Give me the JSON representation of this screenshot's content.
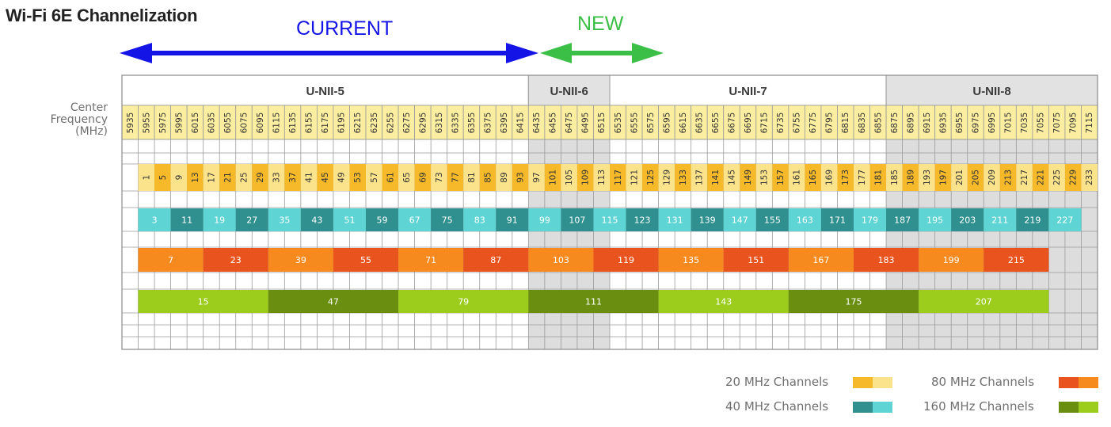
{
  "title": "Wi-Fi 6E Channelization",
  "arrows": {
    "current_label": "CURRENT",
    "new_label": "NEW",
    "current_color": "#1414e6",
    "new_color": "#3cbf46"
  },
  "bands": [
    {
      "name": "U-NII-5",
      "from_col": 0,
      "to_col": 24,
      "shaded": false
    },
    {
      "name": "U-NII-6",
      "from_col": 25,
      "to_col": 29,
      "shaded": true
    },
    {
      "name": "U-NII-7",
      "from_col": 30,
      "to_col": 46,
      "shaded": false
    },
    {
      "name": "U-NII-8",
      "from_col": 47,
      "to_col": 59,
      "shaded": true
    }
  ],
  "center_frequency_label": [
    "Center",
    "Frequency",
    "(MHz)"
  ],
  "frequencies": [
    "5935",
    "5955",
    "5975",
    "5995",
    "6015",
    "6035",
    "6055",
    "6075",
    "6095",
    "6115",
    "6135",
    "6155",
    "6175",
    "6195",
    "6215",
    "6235",
    "6255",
    "6275",
    "6295",
    "6315",
    "6335",
    "6355",
    "6375",
    "6395",
    "6415",
    "6435",
    "6455",
    "6475",
    "6495",
    "6515",
    "6535",
    "6555",
    "6575",
    "6595",
    "6615",
    "6635",
    "6655",
    "6675",
    "6695",
    "6715",
    "6735",
    "6755",
    "6775",
    "6795",
    "6815",
    "6835",
    "6855",
    "6875",
    "6895",
    "6915",
    "6935",
    "6955",
    "6975",
    "6995",
    "7015",
    "7035",
    "7055",
    "7075",
    "7095",
    "7115"
  ],
  "channels_20": [
    "1",
    "5",
    "9",
    "13",
    "17",
    "21",
    "25",
    "29",
    "33",
    "37",
    "41",
    "45",
    "49",
    "53",
    "57",
    "61",
    "65",
    "69",
    "73",
    "77",
    "81",
    "85",
    "89",
    "93",
    "97",
    "101",
    "105",
    "109",
    "113",
    "117",
    "121",
    "125",
    "129",
    "133",
    "137",
    "141",
    "145",
    "149",
    "153",
    "157",
    "161",
    "165",
    "169",
    "173",
    "177",
    "181",
    "185",
    "189",
    "193",
    "197",
    "201",
    "205",
    "209",
    "213",
    "217",
    "221",
    "225",
    "229",
    "233"
  ],
  "channels_40": [
    "3",
    "11",
    "19",
    "27",
    "35",
    "43",
    "51",
    "59",
    "67",
    "75",
    "83",
    "91",
    "99",
    "107",
    "115",
    "123",
    "131",
    "139",
    "147",
    "155",
    "163",
    "171",
    "179",
    "187",
    "195",
    "203",
    "211",
    "219",
    "227"
  ],
  "channels_80": [
    "7",
    "23",
    "39",
    "55",
    "71",
    "87",
    "103",
    "119",
    "135",
    "151",
    "167",
    "183",
    "199",
    "215"
  ],
  "channels_160": [
    "15",
    "47",
    "79",
    "111",
    "143",
    "175",
    "207"
  ],
  "colors": {
    "c20": [
      "#fbe38c",
      "#f5b92a"
    ],
    "c40": [
      "#5fd4d4",
      "#2f908f"
    ],
    "c80": [
      "#f68a1f",
      "#e8531e"
    ],
    "c160": [
      "#9ccd1c",
      "#6a8e0f"
    ]
  },
  "legend": [
    {
      "label": "20 MHz Channels",
      "colors": [
        "#f5b92a",
        "#fbe38c"
      ]
    },
    {
      "label": "80 MHz Channels",
      "colors": [
        "#e8531e",
        "#f68a1f"
      ]
    },
    {
      "label": "40 MHz Channels",
      "colors": [
        "#2f908f",
        "#5fd4d4"
      ]
    },
    {
      "label": "160 MHz Channels",
      "colors": [
        "#6a8e0f",
        "#9ccd1c"
      ]
    }
  ]
}
